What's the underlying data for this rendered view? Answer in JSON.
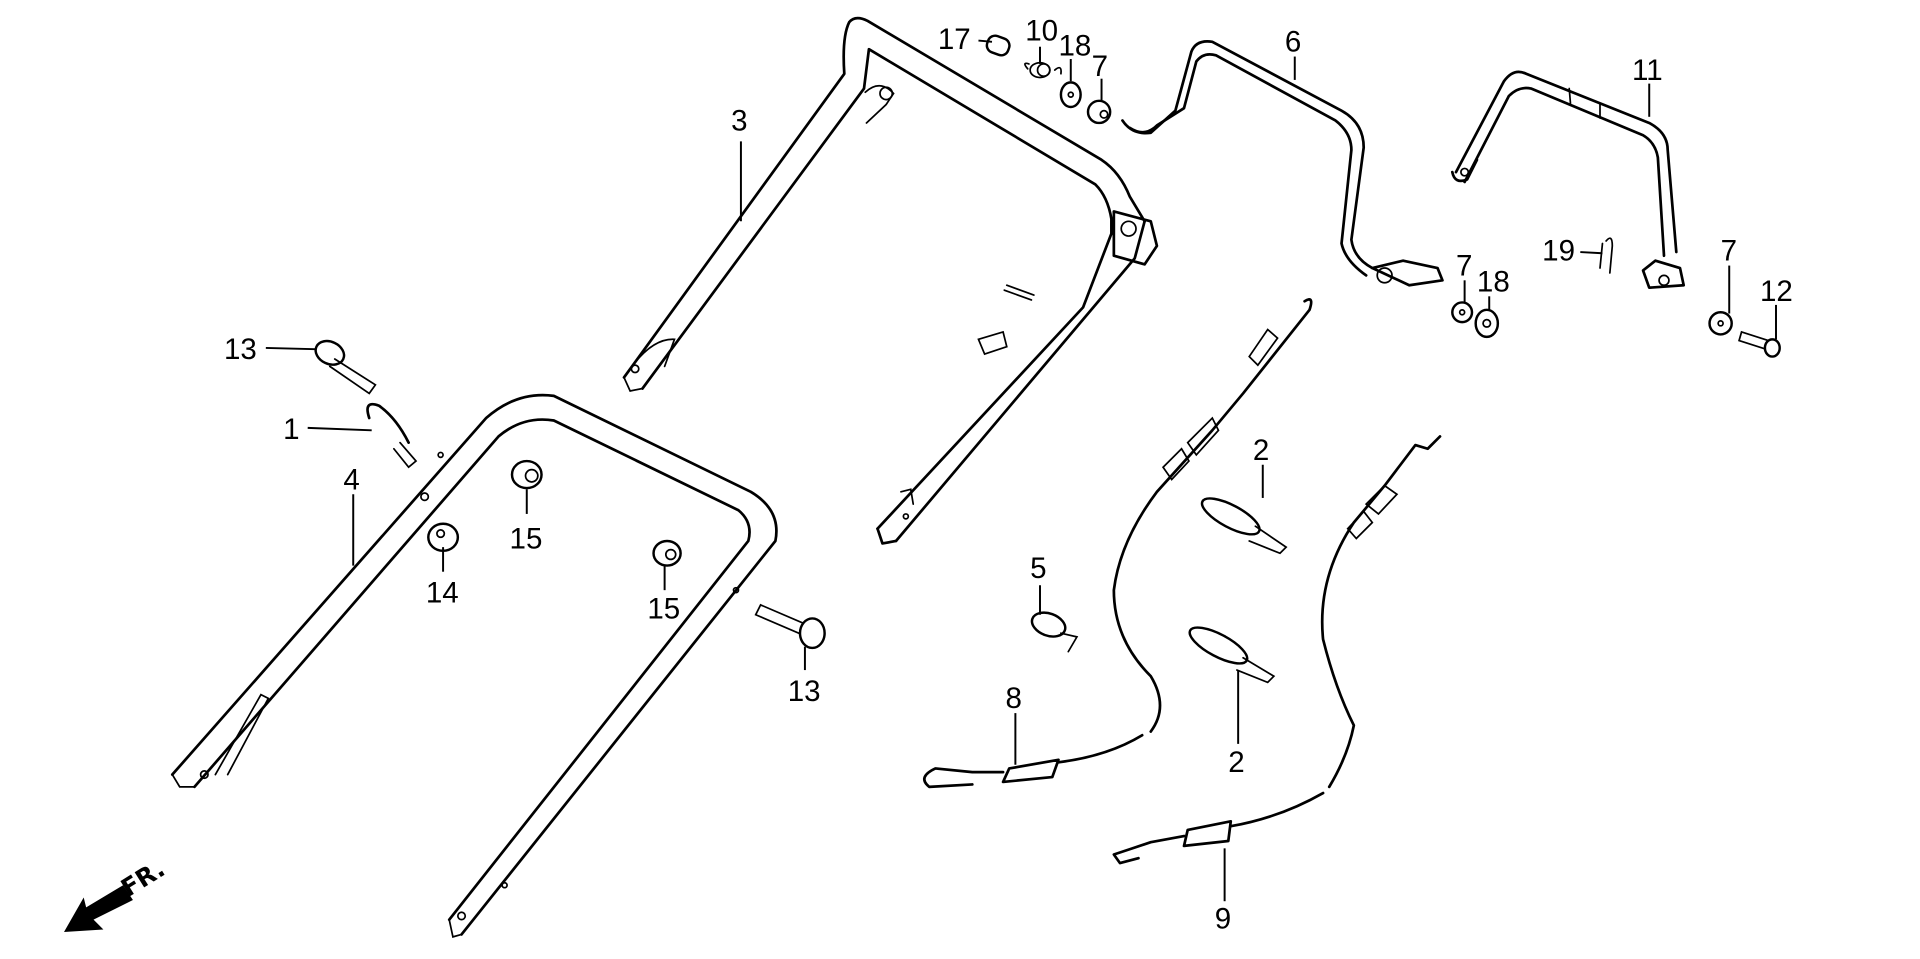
{
  "diagram": {
    "direction_indicator": {
      "label": "FR.",
      "icon": "arrow-down-left-icon",
      "color": "#000000"
    },
    "callouts": {
      "c1": "1",
      "c2_upper": "2",
      "c2_lower": "2",
      "c3": "3",
      "c4": "4",
      "c5": "5",
      "c6": "6",
      "c7_top": "7",
      "c7_mid": "7",
      "c7_right": "7",
      "c8": "8",
      "c9": "9",
      "c10": "10",
      "c11": "11",
      "c12": "12",
      "c13_top": "13",
      "c13_bottom": "13",
      "c14": "14",
      "c15_left": "15",
      "c15_right": "15",
      "c17": "17",
      "c18_top": "18",
      "c18_mid": "18",
      "c19": "19"
    }
  }
}
